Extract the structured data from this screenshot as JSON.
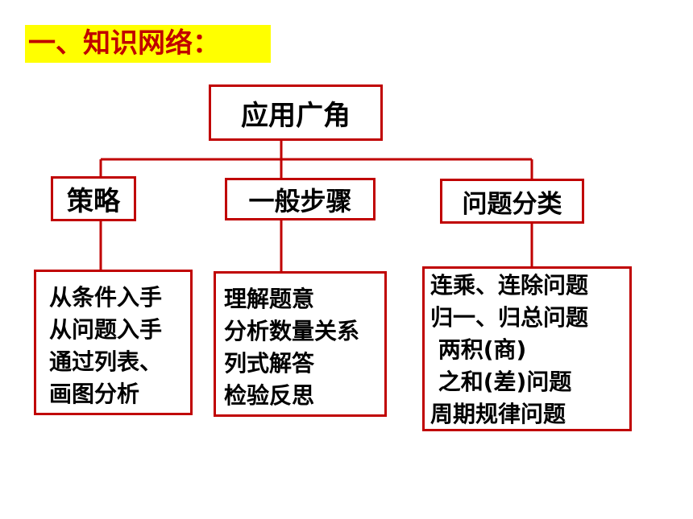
{
  "title": "一、知识网络：",
  "diagram": {
    "root": "应用广角",
    "categories": [
      {
        "label": "策略",
        "items": [
          "从条件入手",
          "从问题入手",
          "通过列表、",
          "画图分析"
        ]
      },
      {
        "label": "一般步骤",
        "items": [
          "理解题意",
          "分析数量关系",
          "列式解答",
          "检验反思"
        ]
      },
      {
        "label": "问题分类",
        "items": [
          "连乘、连除问题",
          "归一、归总问题",
          " 两积(商)",
          " 之和(差)问题",
          "周期规律问题"
        ]
      }
    ],
    "colors": {
      "border": "#c00000",
      "connector": "#c00000",
      "title_text": "#c00000",
      "title_bg": "#ffff00"
    }
  }
}
